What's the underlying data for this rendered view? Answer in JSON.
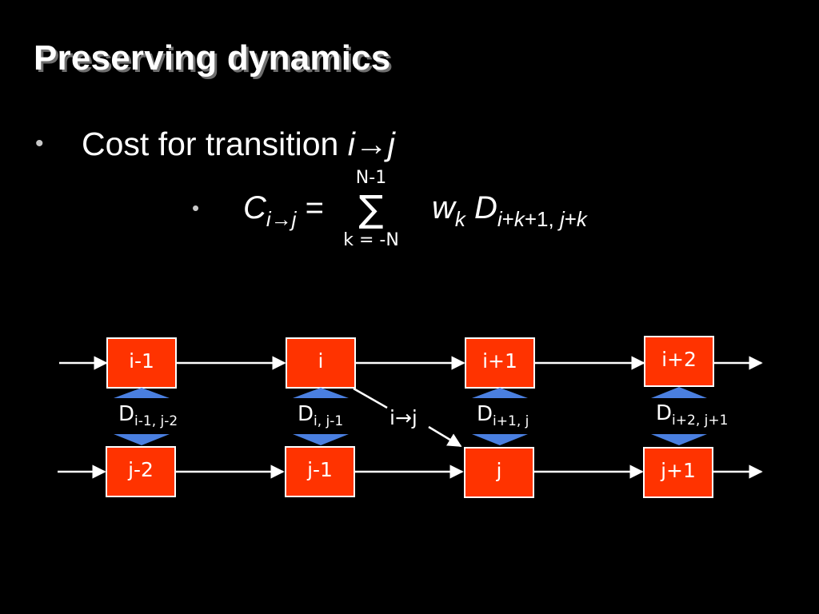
{
  "title": "Preserving dynamics",
  "bullet1": {
    "prefix": "Cost for transition ",
    "expr": "i→j"
  },
  "formula": {
    "lhs_main": "C",
    "lhs_sub": "i→j",
    "equals": " =",
    "sum_top": "N-1",
    "sum_symbol": "∑",
    "sum_bottom": "k = -N",
    "w": "w",
    "w_sub": "k",
    "d": " D",
    "d_sub_italic_1": "i",
    "d_sub_plus_1": "+",
    "d_sub_italic_2": "k",
    "d_sub_rest": "+1, ",
    "d_sub_italic_3": "j",
    "d_sub_plus_2": "+",
    "d_sub_italic_4": "k"
  },
  "colors": {
    "box_fill": "#ff3300",
    "box_border": "#ffffff",
    "triangle": "#4a7fe0",
    "background": "#000000"
  },
  "diagram": {
    "top_boxes": [
      "i-1",
      "i",
      "i+1",
      "i+2"
    ],
    "bottom_boxes": [
      "j-2",
      "j-1",
      "j",
      "j+1"
    ],
    "d_labels": [
      {
        "main": "D",
        "sub": "i-1, j-2"
      },
      {
        "main": "D",
        "sub": "i, j-1"
      },
      {
        "main": "D",
        "sub": "i+1, j"
      },
      {
        "main": "D",
        "sub": "i+2, j+1"
      }
    ],
    "transition_label": "i→j"
  }
}
